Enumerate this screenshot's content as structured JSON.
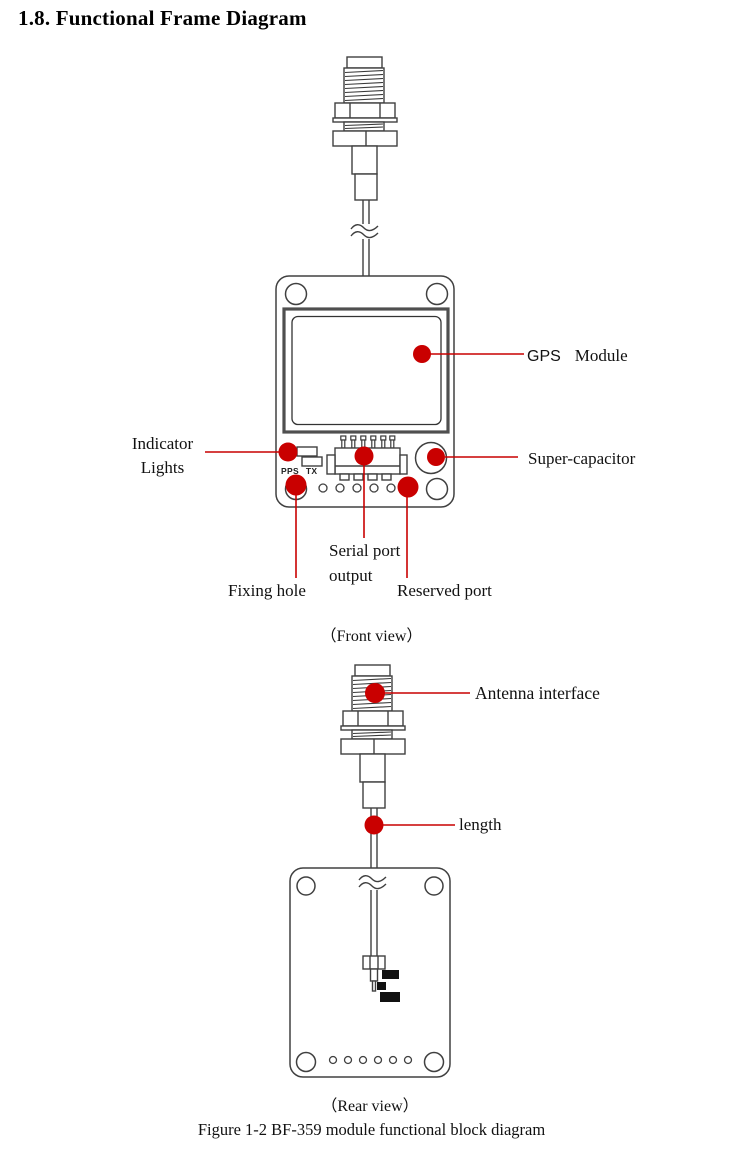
{
  "page": {
    "title": "1.8. Functional Frame Diagram",
    "figure_caption": "Figure 1-2 BF-359 module functional block diagram"
  },
  "front_view": {
    "caption": "（Front view）",
    "labels": {
      "gps_part1": "GPS",
      "gps_part2": "Module",
      "super_capacitor": "Super-capacitor",
      "indicator_line1": "Indicator",
      "indicator_line2": "Lights",
      "serial_line1": "Serial port",
      "serial_line2": "output",
      "fixing_hole": "Fixing hole",
      "reserved_port": "Reserved port",
      "led_pps": "PPS",
      "led_tx": "TX"
    }
  },
  "rear_view": {
    "caption": "（Rear view）",
    "labels": {
      "antenna_interface": "Antenna interface",
      "length": "length"
    }
  },
  "colors": {
    "marker_red": "#c90000",
    "outline_gray": "#404040"
  }
}
